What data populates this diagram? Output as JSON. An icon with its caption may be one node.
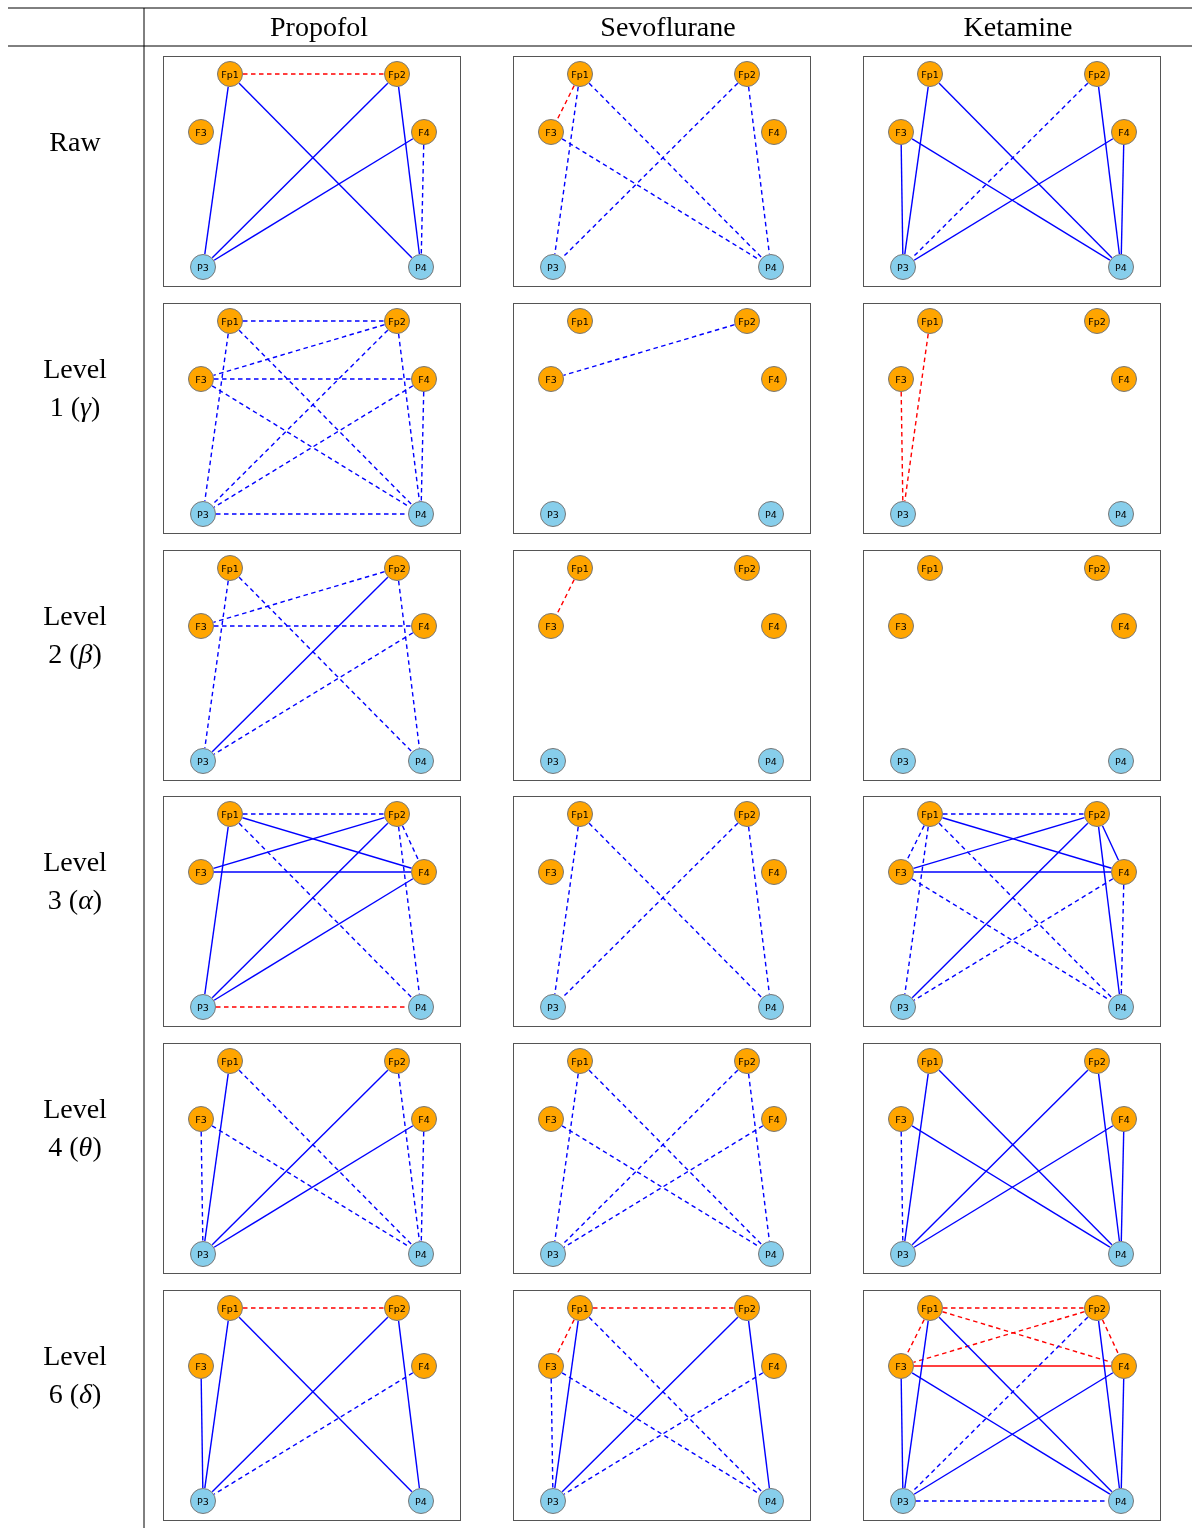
{
  "diagram": {
    "nodes": [
      {
        "text": [],
        "shape": "box"
      },
      {
        "text": [
          "Fp1"
        ],
        "in": 0
      },
      {
        "text": [
          "Fp2"
        ],
        "in": 0
      },
      {
        "text": [
          "F3"
        ],
        "in": 0
      },
      {
        "text": [
          "F4"
        ],
        "in": 0
      },
      {
        "text": [
          "P3"
        ],
        "in": 0
      },
      {
        "text": [
          "P4"
        ],
        "in": 0
      },
      {
        "text": [],
        "shape": "box"
      },
      {
        "text": [
          "Fp1"
        ],
        "in": 7
      },
      {
        "text": [
          "Fp2"
        ],
        "in": 7
      },
      {
        "text": [
          "F3"
        ],
        "in": 7
      },
      {
        "text": [
          "F4"
        ],
        "in": 7
      },
      {
        "text": [
          "P3"
        ],
        "in": 7
      },
      {
        "text": [
          "P4"
        ],
        "in": 7
      },
      {
        "text": [],
        "shape": "box"
      },
      {
        "text": [
          "Fp1"
        ],
        "in": 14
      },
      {
        "text": [
          "Fp2"
        ],
        "in": 14
      },
      {
        "text": [
          "F3"
        ],
        "in": 14
      },
      {
        "text": [
          "F4"
        ],
        "in": 14
      },
      {
        "text": [
          "P3"
        ],
        "in": 14
      },
      {
        "text": [
          "P4"
        ],
        "in": 14
      },
      {
        "text": [],
        "shape": "box"
      },
      {
        "text": [
          "Fp1"
        ],
        "in": 21
      },
      {
        "text": [
          "Fp2"
        ],
        "in": 21
      },
      {
        "text": [
          "F3"
        ],
        "in": 21
      },
      {
        "text": [
          "F4"
        ],
        "in": 21
      },
      {
        "text": [
          "P3"
        ],
        "in": 21
      },
      {
        "text": [
          "P4"
        ],
        "in": 21
      },
      {
        "text": [],
        "shape": "box"
      },
      {
        "text": [
          "Fp1"
        ],
        "in": 28
      },
      {
        "text": [
          "Fp2"
        ],
        "in": 28
      },
      {
        "text": [
          "F3"
        ],
        "in": 28
      },
      {
        "text": [
          "F4"
        ],
        "in": 28
      },
      {
        "text": [
          "P3"
        ],
        "in": 28
      },
      {
        "text": [
          "P4"
        ],
        "in": 28
      },
      {
        "text": [],
        "shape": "box"
      },
      {
        "text": [
          "Fp1"
        ],
        "in": 35
      },
      {
        "text": [
          "Fp2"
        ],
        "in": 35
      },
      {
        "text": [
          "F3"
        ],
        "in": 35
      },
      {
        "text": [
          "F4"
        ],
        "in": 35
      },
      {
        "text": [
          "P3"
        ],
        "in": 35
      },
      {
        "text": [
          "P4"
        ],
        "in": 35
      },
      {
        "text": [],
        "shape": "box"
      },
      {
        "text": [
          "Fp1"
        ],
        "in": 42
      },
      {
        "text": [
          "Fp2"
        ],
        "in": 42
      },
      {
        "text": [
          "F3"
        ],
        "in": 42
      },
      {
        "text": [
          "F4"
        ],
        "in": 42
      },
      {
        "text": [
          "P3"
        ],
        "in": 42
      },
      {
        "text": [
          "P4"
        ],
        "in": 42
      },
      {
        "text": [],
        "shape": "box"
      },
      {
        "text": [
          "Fp1"
        ],
        "in": 49
      },
      {
        "text": [
          "Fp2"
        ],
        "in": 49
      },
      {
        "text": [
          "F3"
        ],
        "in": 49
      },
      {
        "text": [
          "F4"
        ],
        "in": 49
      },
      {
        "text": [
          "P3"
        ],
        "in": 49
      },
      {
        "text": [
          "P4"
        ],
        "in": 49
      },
      {
        "text": [],
        "shape": "box"
      },
      {
        "text": [
          "Fp1"
        ],
        "in": 56
      },
      {
        "text": [
          "Fp2"
        ],
        "in": 56
      },
      {
        "text": [
          "F3"
        ],
        "in": 56
      },
      {
        "text": [
          "F4"
        ],
        "in": 56
      },
      {
        "text": [
          "P3"
        ],
        "in": 56
      },
      {
        "text": [
          "P4"
        ],
        "in": 56
      },
      {
        "text": [],
        "shape": "box"
      },
      {
        "text": [
          "Fp1"
        ],
        "in": 63
      },
      {
        "text": [
          "Fp2"
        ],
        "in": 63
      },
      {
        "text": [
          "F3"
        ],
        "in": 63
      },
      {
        "text": [
          "F4"
        ],
        "in": 63
      },
      {
        "text": [
          "P3"
        ],
        "in": 63
      },
      {
        "text": [
          "P4"
        ],
        "in": 63
      },
      {
        "text": [],
        "shape": "box"
      },
      {
        "text": [
          "Fp1"
        ],
        "in": 70
      },
      {
        "text": [
          "Fp2"
        ],
        "in": 70
      },
      {
        "text": [
          "F3"
        ],
        "in": 70
      },
      {
        "text": [
          "F4"
        ],
        "in": 70
      },
      {
        "text": [
          "P3"
        ],
        "in": 70
      },
      {
        "text": [
          "P4"
        ],
        "in": 70
      },
      {
        "text": [],
        "shape": "box"
      },
      {
        "text": [
          "Fp1"
        ],
        "in": 77
      },
      {
        "text": [
          "Fp2"
        ],
        "in": 77
      },
      {
        "text": [
          "F3"
        ],
        "in": 77
      },
      {
        "text": [
          "F4"
        ],
        "in": 77
      },
      {
        "text": [
          "P3"
        ],
        "in": 77
      },
      {
        "text": [
          "P4"
        ],
        "in": 77
      },
      {
        "text": [],
        "shape": "box"
      },
      {
        "text": [
          "Fp1"
        ],
        "in": 84
      },
      {
        "text": [
          "Fp2"
        ],
        "in": 84
      },
      {
        "text": [
          "F3"
        ],
        "in": 84
      },
      {
        "text": [
          "F4"
        ],
        "in": 84
      },
      {
        "text": [
          "P3"
        ],
        "in": 84
      },
      {
        "text": [
          "P4"
        ],
        "in": 84
      },
      {
        "text": [],
        "shape": "box"
      },
      {
        "text": [
          "Fp1"
        ],
        "in": 91
      },
      {
        "text": [
          "Fp2"
        ],
        "in": 91
      },
      {
        "text": [
          "F3"
        ],
        "in": 91
      },
      {
        "text": [
          "F4"
        ],
        "in": 91
      },
      {
        "text": [
          "P3"
        ],
        "in": 91
      },
      {
        "text": [
          "P4"
        ],
        "in": 91
      },
      {
        "text": [],
        "shape": "box"
      },
      {
        "text": [
          "Fp1"
        ],
        "in": 98
      },
      {
        "text": [
          "Fp2"
        ],
        "in": 98
      },
      {
        "text": [
          "F3"
        ],
        "in": 98
      },
      {
        "text": [
          "F4"
        ],
        "in": 98
      },
      {
        "text": [
          "P3"
        ],
        "in": 98
      },
      {
        "text": [
          "P4"
        ],
        "in": 98
      },
      {
        "text": [],
        "shape": "box"
      },
      {
        "text": [
          "Fp1"
        ],
        "in": 105
      },
      {
        "text": [
          "Fp2"
        ],
        "in": 105
      },
      {
        "text": [
          "F3"
        ],
        "in": 105
      },
      {
        "text": [
          "F4"
        ],
        "in": 105
      },
      {
        "text": [
          "P3"
        ],
        "in": 105
      },
      {
        "text": [
          "P4"
        ],
        "in": 105
      },
      {
        "text": [],
        "shape": "box"
      },
      {
        "text": [
          "Fp1"
        ],
        "in": 112
      },
      {
        "text": [
          "Fp2"
        ],
        "in": 112
      },
      {
        "text": [
          "F3"
        ],
        "in": 112
      },
      {
        "text": [
          "F4"
        ],
        "in": 112
      },
      {
        "text": [
          "P3"
        ],
        "in": 112
      },
      {
        "text": [
          "P4"
        ],
        "in": 112
      },
      {
        "text": [],
        "shape": "box"
      },
      {
        "text": [
          "Fp1"
        ],
        "in": 119
      },
      {
        "text": [
          "Fp2"
        ],
        "in": 119
      },
      {
        "text": [
          "F3"
        ],
        "in": 119
      },
      {
        "text": [
          "F4"
        ],
        "in": 119
      },
      {
        "text": [
          "P3"
        ],
        "in": 119
      },
      {
        "text": [
          "P4"
        ],
        "in": 119
      }
    ],
    "edges": [
      {
        "from": 1,
        "to": 2,
        "arrow": "none",
        "style": "dashed",
        "color": "#ff0000"
      },
      {
        "from": 1,
        "to": 5,
        "arrow": "none"
      },
      {
        "from": 1,
        "to": 6,
        "arrow": "none"
      },
      {
        "from": 2,
        "to": 5,
        "arrow": "none"
      },
      {
        "from": 2,
        "to": 6,
        "arrow": "none"
      },
      {
        "from": 4,
        "to": 5,
        "arrow": "none"
      },
      {
        "from": 4,
        "to": 6,
        "arrow": "none",
        "style": "dashed"
      },
      {
        "from": 8,
        "to": 10,
        "arrow": "none",
        "style": "dashed",
        "color": "#ff0000"
      },
      {
        "from": 8,
        "to": 12,
        "arrow": "none",
        "style": "dashed"
      },
      {
        "from": 8,
        "to": 13,
        "arrow": "none",
        "style": "dashed"
      },
      {
        "from": 9,
        "to": 12,
        "arrow": "none",
        "style": "dashed"
      },
      {
        "from": 9,
        "to": 13,
        "arrow": "none",
        "style": "dashed"
      },
      {
        "from": 10,
        "to": 13,
        "arrow": "none",
        "style": "dashed"
      },
      {
        "from": 15,
        "to": 19,
        "arrow": "none"
      },
      {
        "from": 15,
        "to": 20,
        "arrow": "none"
      },
      {
        "from": 16,
        "to": 19,
        "arrow": "none",
        "style": "dashed"
      },
      {
        "from": 16,
        "to": 20,
        "arrow": "none"
      },
      {
        "from": 17,
        "to": 19,
        "arrow": "none"
      },
      {
        "from": 17,
        "to": 20,
        "arrow": "none"
      },
      {
        "from": 18,
        "to": 19,
        "arrow": "none"
      },
      {
        "from": 18,
        "to": 20,
        "arrow": "none"
      },
      {
        "from": 22,
        "to": 23,
        "arrow": "none",
        "style": "dashed"
      },
      {
        "from": 22,
        "to": 26,
        "arrow": "none",
        "style": "dashed"
      },
      {
        "from": 22,
        "to": 27,
        "arrow": "none",
        "style": "dashed"
      },
      {
        "from": 23,
        "to": 24,
        "arrow": "none",
        "style": "dashed"
      },
      {
        "from": 23,
        "to": 26,
        "arrow": "none",
        "style": "dashed"
      },
      {
        "from": 23,
        "to": 27,
        "arrow": "none",
        "style": "dashed"
      },
      {
        "from": 24,
        "to": 25,
        "arrow": "none",
        "style": "dashed"
      },
      {
        "from": 24,
        "to": 27,
        "arrow": "none",
        "style": "dashed"
      },
      {
        "from": 25,
        "to": 26,
        "arrow": "none",
        "style": "dashed"
      },
      {
        "from": 25,
        "to": 27,
        "arrow": "none",
        "style": "dashed"
      },
      {
        "from": 26,
        "to": 27,
        "arrow": "none",
        "style": "dashed"
      },
      {
        "from": 30,
        "to": 31,
        "arrow": "none",
        "style": "dashed"
      },
      {
        "from": 36,
        "to": 40,
        "arrow": "none",
        "style": "dashed",
        "color": "#ff0000"
      },
      {
        "from": 38,
        "to": 40,
        "arrow": "none",
        "style": "dashed",
        "color": "#ff0000"
      },
      {
        "from": 43,
        "to": 47,
        "arrow": "none",
        "style": "dashed"
      },
      {
        "from": 43,
        "to": 48,
        "arrow": "none",
        "style": "dashed"
      },
      {
        "from": 44,
        "to": 45,
        "arrow": "none",
        "style": "dashed"
      },
      {
        "from": 44,
        "to": 47,
        "arrow": "none"
      },
      {
        "from": 44,
        "to": 48,
        "arrow": "none",
        "style": "dashed"
      },
      {
        "from": 45,
        "to": 46,
        "arrow": "none",
        "style": "dashed"
      },
      {
        "from": 46,
        "to": 47,
        "arrow": "none",
        "style": "dashed"
      },
      {
        "from": 50,
        "to": 52,
        "arrow": "none",
        "style": "dashed",
        "color": "#ff0000"
      },
      {
        "from": 64,
        "to": 65,
        "arrow": "none",
        "style": "dashed"
      },
      {
        "from": 64,
        "to": 67,
        "arrow": "none"
      },
      {
        "from": 64,
        "to": 68,
        "arrow": "none"
      },
      {
        "from": 64,
        "to": 69,
        "arrow": "none",
        "style": "dashed"
      },
      {
        "from": 65,
        "to": 66,
        "arrow": "none"
      },
      {
        "from": 65,
        "to": 67,
        "arrow": "none",
        "style": "dashed"
      },
      {
        "from": 65,
        "to": 68,
        "arrow": "none"
      },
      {
        "from": 65,
        "to": 69,
        "arrow": "none",
        "style": "dashed"
      },
      {
        "from": 66,
        "to": 67,
        "arrow": "none"
      },
      {
        "from": 67,
        "to": 68,
        "arrow": "none"
      },
      {
        "from": 68,
        "to": 69,
        "arrow": "none",
        "style": "dashed",
        "color": "#ff0000"
      },
      {
        "from": 71,
        "to": 75,
        "arrow": "none",
        "style": "dashed"
      },
      {
        "from": 71,
        "to": 76,
        "arrow": "none",
        "style": "dashed"
      },
      {
        "from": 72,
        "to": 75,
        "arrow": "none",
        "style": "dashed"
      },
      {
        "from": 72,
        "to": 76,
        "arrow": "none",
        "style": "dashed"
      },
      {
        "from": 78,
        "to": 79,
        "arrow": "none",
        "style": "dashed"
      },
      {
        "from": 78,
        "to": 80,
        "arrow": "none",
        "style": "dashed"
      },
      {
        "from": 78,
        "to": 81,
        "arrow": "none"
      },
      {
        "from": 78,
        "to": 82,
        "arrow": "none",
        "style": "dashed"
      },
      {
        "from": 78,
        "to": 83,
        "arrow": "none",
        "style": "dashed"
      },
      {
        "from": 79,
        "to": 80,
        "arrow": "none"
      },
      {
        "from": 79,
        "to": 81,
        "arrow": "none"
      },
      {
        "from": 79,
        "to": 82,
        "arrow": "none"
      },
      {
        "from": 79,
        "to": 83,
        "arrow": "none"
      },
      {
        "from": 80,
        "to": 81,
        "arrow": "none"
      },
      {
        "from": 80,
        "to": 83,
        "arrow": "none",
        "style": "dashed"
      },
      {
        "from": 81,
        "to": 82,
        "arrow": "none",
        "style": "dashed"
      },
      {
        "from": 81,
        "to": 83,
        "arrow": "none",
        "style": "dashed"
      },
      {
        "from": 85,
        "to": 89,
        "arrow": "none"
      },
      {
        "from": 85,
        "to": 90,
        "arrow": "none",
        "style": "dashed"
      },
      {
        "from": 86,
        "to": 89,
        "arrow": "none"
      },
      {
        "from": 86,
        "to": 90,
        "arrow": "none",
        "style": "dashed"
      },
      {
        "from": 87,
        "to": 89,
        "arrow": "none",
        "style": "dashed"
      },
      {
        "from": 87,
        "to": 90,
        "arrow": "none",
        "style": "dashed"
      },
      {
        "from": 88,
        "to": 89,
        "arrow": "none"
      },
      {
        "from": 88,
        "to": 90,
        "arrow": "none",
        "style": "dashed"
      },
      {
        "from": 92,
        "to": 96,
        "arrow": "none",
        "style": "dashed"
      },
      {
        "from": 92,
        "to": 97,
        "arrow": "none",
        "style": "dashed"
      },
      {
        "from": 93,
        "to": 96,
        "arrow": "none",
        "style": "dashed"
      },
      {
        "from": 93,
        "to": 97,
        "arrow": "none",
        "style": "dashed"
      },
      {
        "from": 94,
        "to": 97,
        "arrow": "none",
        "style": "dashed"
      },
      {
        "from": 95,
        "to": 96,
        "arrow": "none",
        "style": "dashed"
      },
      {
        "from": 99,
        "to": 103,
        "arrow": "none"
      },
      {
        "from": 99,
        "to": 104,
        "arrow": "none"
      },
      {
        "from": 100,
        "to": 103,
        "arrow": "none"
      },
      {
        "from": 100,
        "to": 104,
        "arrow": "none"
      },
      {
        "from": 101,
        "to": 103,
        "arrow": "none",
        "style": "dashed"
      },
      {
        "from": 101,
        "to": 104,
        "arrow": "none"
      },
      {
        "from": 102,
        "to": 103,
        "arrow": "none"
      },
      {
        "from": 102,
        "to": 104,
        "arrow": "none"
      },
      {
        "from": 106,
        "to": 107,
        "arrow": "none",
        "style": "dashed",
        "color": "#ff0000"
      },
      {
        "from": 106,
        "to": 110,
        "arrow": "none"
      },
      {
        "from": 106,
        "to": 111,
        "arrow": "none"
      },
      {
        "from": 107,
        "to": 110,
        "arrow": "none"
      },
      {
        "from": 107,
        "to": 111,
        "arrow": "none"
      },
      {
        "from": 108,
        "to": 110,
        "arrow": "none"
      },
      {
        "from": 109,
        "to": 110,
        "arrow": "none",
        "style": "dashed"
      },
      {
        "from": 113,
        "to": 114,
        "arrow": "none",
        "style": "dashed",
        "color": "#ff0000"
      },
      {
        "from": 113,
        "to": 115,
        "arrow": "none",
        "style": "dashed",
        "color": "#ff0000"
      },
      {
        "from": 113,
        "to": 117,
        "arrow": "none"
      },
      {
        "from": 113,
        "to": 118,
        "arrow": "none",
        "style": "dashed"
      },
      {
        "from": 114,
        "to": 117,
        "arrow": "none"
      },
      {
        "from": 114,
        "to": 118,
        "arrow": "none"
      },
      {
        "from": 115,
        "to": 117,
        "arrow": "none",
        "style": "dashed"
      },
      {
        "from": 115,
        "to": 118,
        "arrow": "none",
        "style": "dashed"
      },
      {
        "from": 116,
        "to": 117,
        "arrow": "none",
        "style": "dashed"
      },
      {
        "from": 120,
        "to": 121,
        "arrow": "none",
        "style": "dashed",
        "color": "#ff0000"
      },
      {
        "from": 120,
        "to": 122,
        "arrow": "none",
        "style": "dashed",
        "color": "#ff0000"
      },
      {
        "from": 120,
        "to": 123,
        "arrow": "none",
        "style": "dashed",
        "color": "#ff0000"
      },
      {
        "from": 121,
        "to": 122,
        "arrow": "none",
        "style": "dashed",
        "color": "#ff0000"
      },
      {
        "from": 121,
        "to": 123,
        "arrow": "none",
        "style": "dashed",
        "color": "#ff0000"
      },
      {
        "from": 122,
        "to": 123,
        "arrow": "none",
        "color": "#ff0000"
      },
      {
        "from": 120,
        "to": 124,
        "arrow": "none"
      },
      {
        "from": 120,
        "to": 125,
        "arrow": "none"
      },
      {
        "from": 121,
        "to": 124,
        "arrow": "none",
        "style": "dashed"
      },
      {
        "from": 121,
        "to": 125,
        "arrow": "none"
      },
      {
        "from": 122,
        "to": 124,
        "arrow": "none"
      },
      {
        "from": 122,
        "to": 125,
        "arrow": "none"
      },
      {
        "from": 123,
        "to": 124,
        "arrow": "none"
      },
      {
        "from": 123,
        "to": 125,
        "arrow": "none"
      },
      {
        "from": 124,
        "to": 125,
        "arrow": "none",
        "style": "dashed"
      }
    ],
    "labels": [
      "Propofol",
      "Sevoflurane",
      "Ketamine",
      "Raw",
      "Level 1 (*γ*)",
      "Level 2 (*β*)",
      "Level 3 (*α*)",
      "Level 4 (*θ*)",
      "Level 6 (*δ*)"
    ]
  }
}
